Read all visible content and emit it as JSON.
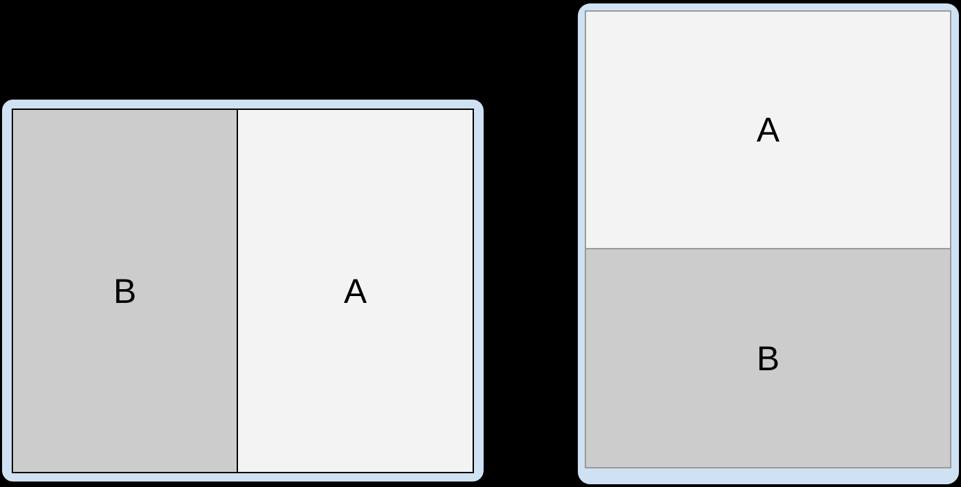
{
  "canvas": {
    "background_color": "#000000"
  },
  "devices": [
    {
      "id": "landscape",
      "orientation": "landscape",
      "frame_color": "#cfe2f3",
      "frame_outline_color": "#000000",
      "screen_border_color": "#000000",
      "divider_color": "#000000",
      "panes": [
        {
          "label": "B",
          "position": "left",
          "background_color": "#cccccc"
        },
        {
          "label": "A",
          "position": "right",
          "background_color": "#f3f3f3"
        }
      ]
    },
    {
      "id": "portrait",
      "orientation": "portrait",
      "frame_color": "#cfe2f3",
      "frame_outline_color": "#000000",
      "screen_border_color": "#999999",
      "divider_color": "#999999",
      "panes": [
        {
          "label": "A",
          "position": "top",
          "background_color": "#f3f3f3"
        },
        {
          "label": "B",
          "position": "bottom",
          "background_color": "#cccccc"
        }
      ]
    }
  ]
}
